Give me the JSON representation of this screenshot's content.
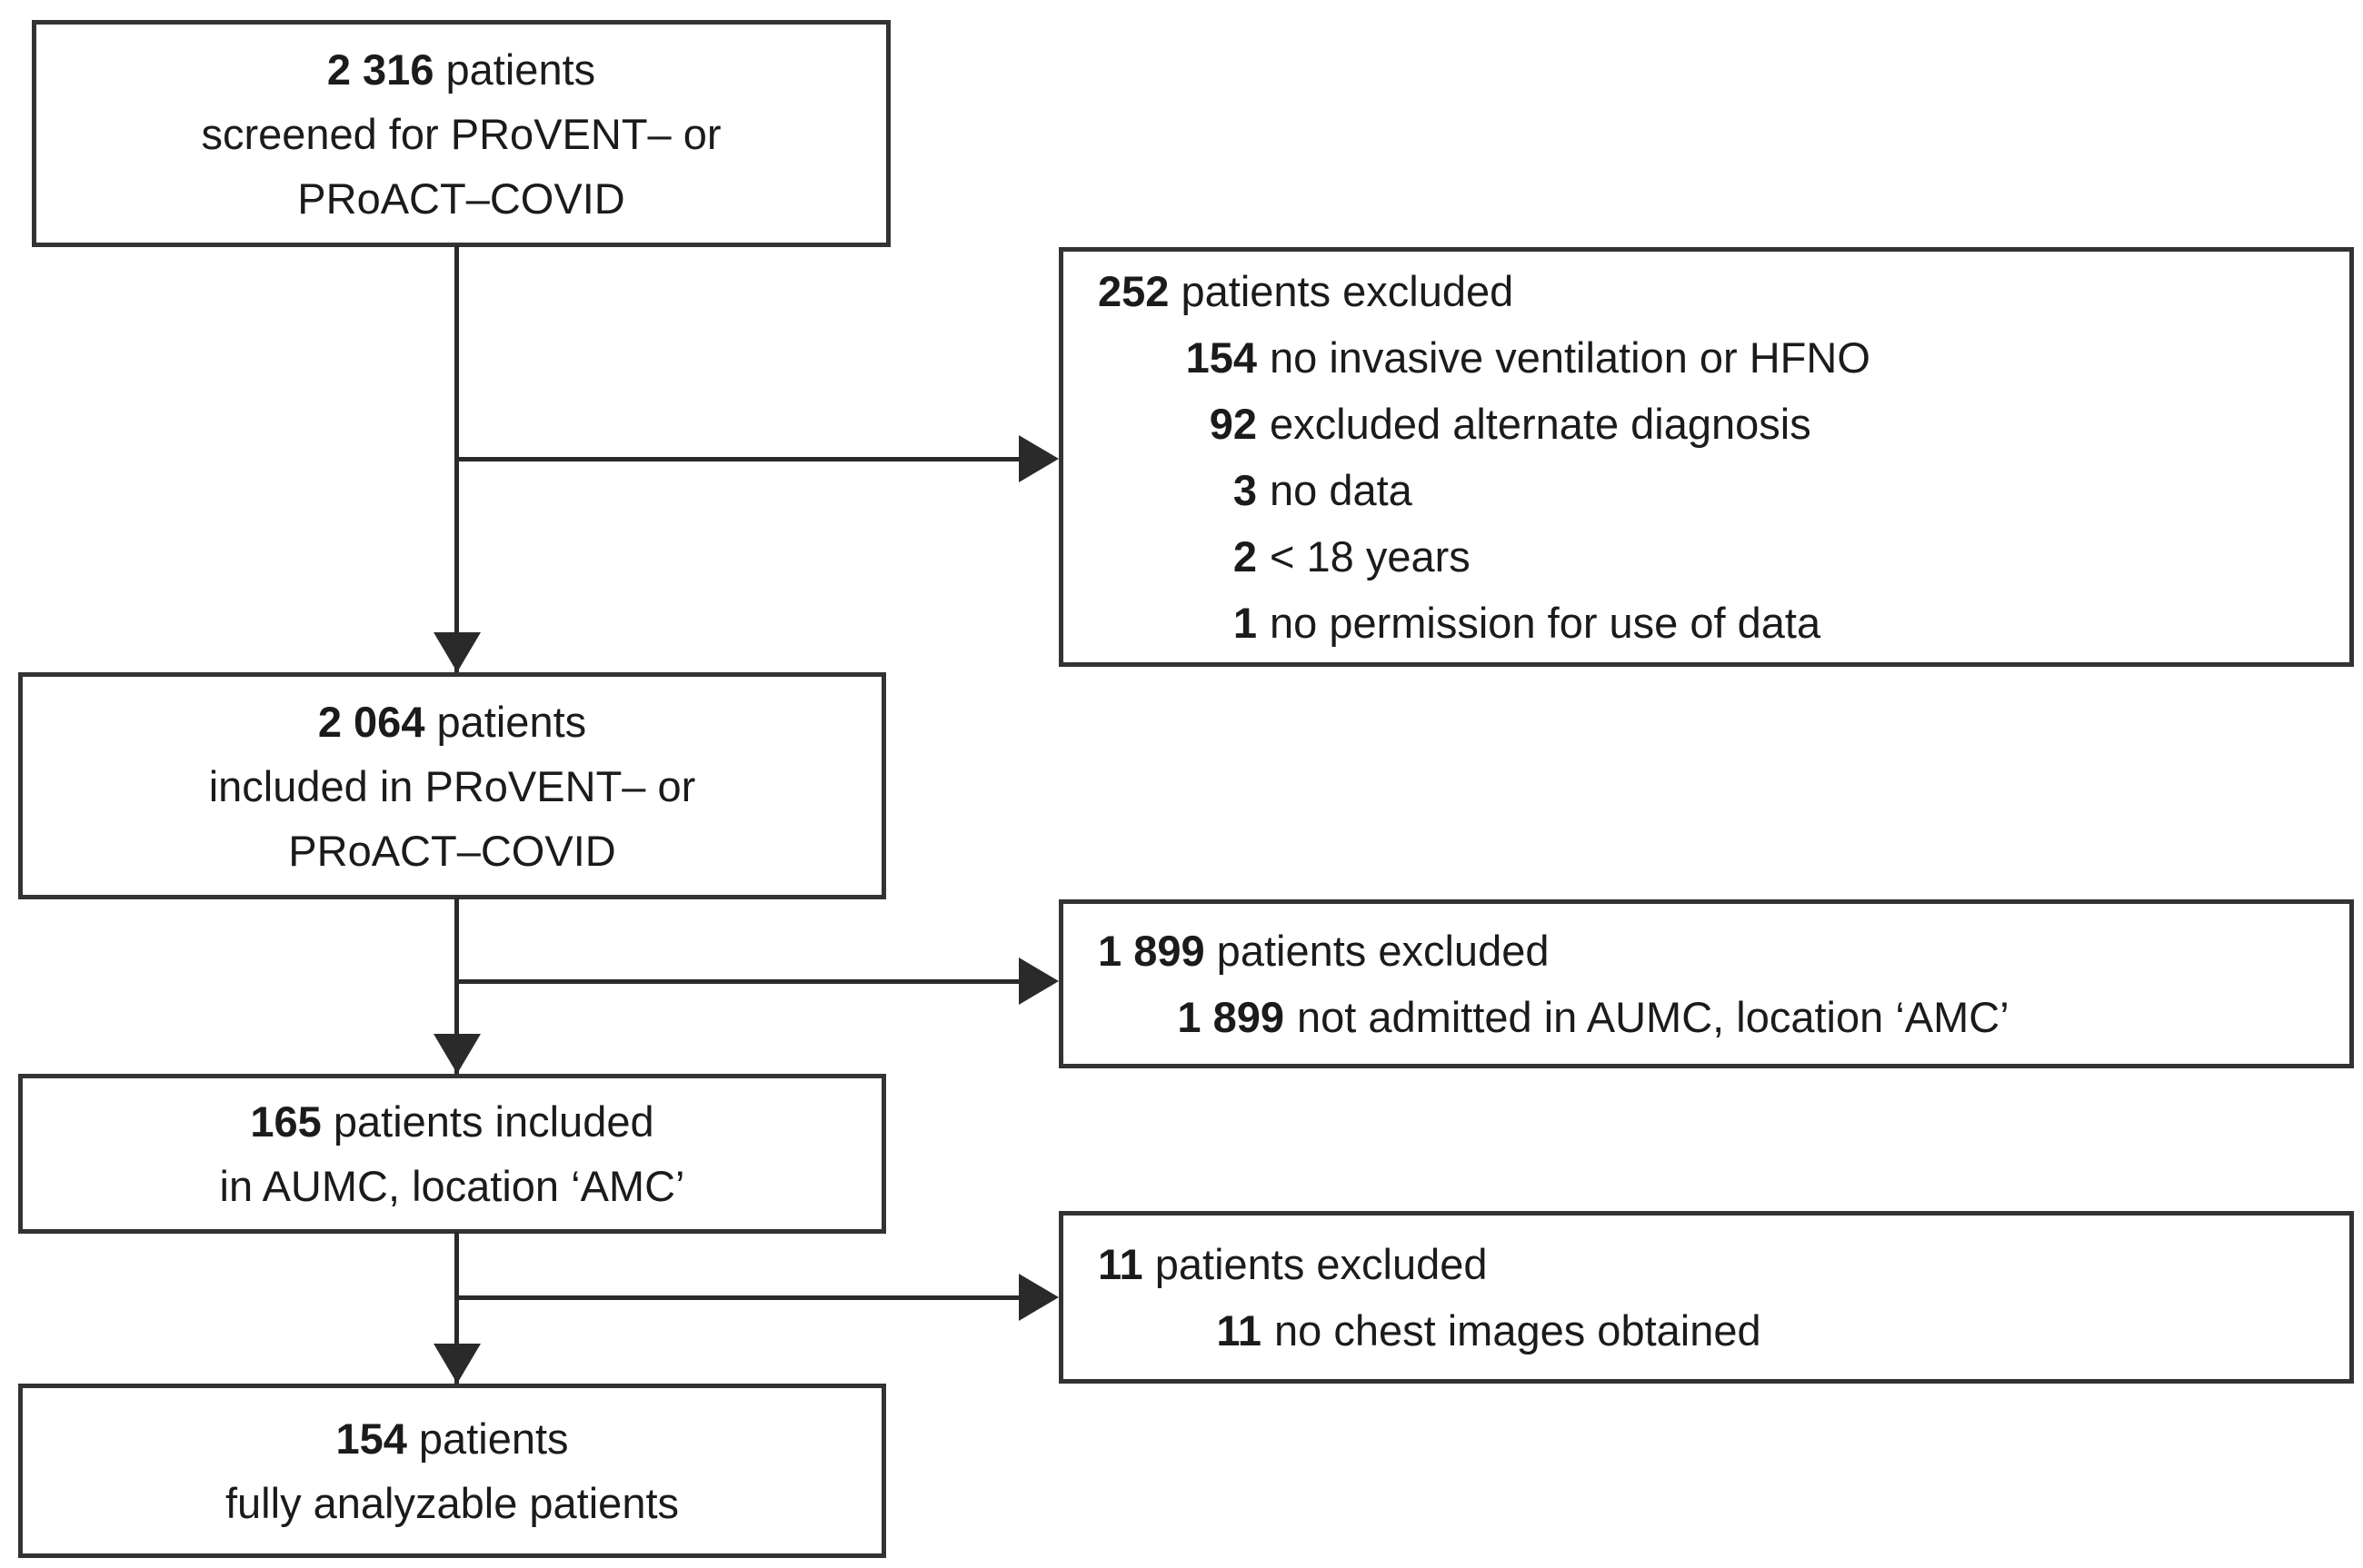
{
  "boxes": {
    "screened": {
      "num": "2 316",
      "rest": " patients",
      "line2": "screened for PRoVENT– or",
      "line3": "PRoACT–COVID"
    },
    "included": {
      "num": "2 064",
      "rest": " patients",
      "line2": "included in PRoVENT– or",
      "line3": "PRoACT–COVID"
    },
    "aumc": {
      "num": "165",
      "rest": " patients included",
      "line2": "in AUMC, location ‘AMC’"
    },
    "final": {
      "num": "154",
      "rest": " patients",
      "line2": "fully analyzable patients"
    }
  },
  "exclusions": {
    "first": {
      "num": "252",
      "rest": " patients excluded",
      "items": [
        {
          "num": "154",
          "text": "no invasive ventilation or HFNO"
        },
        {
          "num": "92",
          "text": "excluded alternate diagnosis"
        },
        {
          "num": "3",
          "text": "no data"
        },
        {
          "num": "2",
          "text": "< 18 years"
        },
        {
          "num": "1",
          "text": "no permission for use of data"
        }
      ]
    },
    "second": {
      "num": "1 899",
      "rest": " patients excluded",
      "items": [
        {
          "num": "1 899",
          "text": "not admitted in AUMC, location ‘AMC’"
        }
      ]
    },
    "third": {
      "num": "11",
      "rest": " patients excluded",
      "items": [
        {
          "num": "11",
          "text": "no chest images obtained"
        }
      ]
    }
  }
}
